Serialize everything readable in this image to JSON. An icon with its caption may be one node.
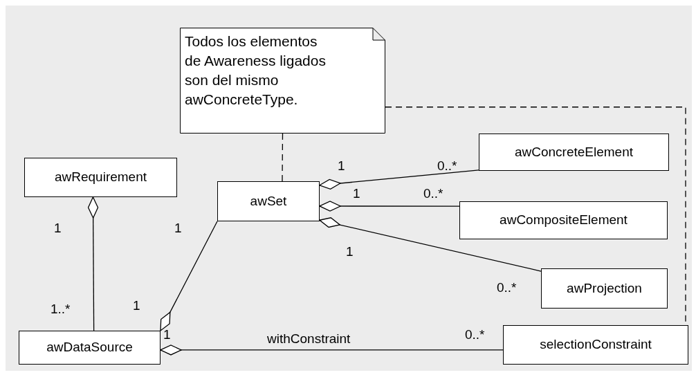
{
  "diagram": {
    "nodes": [
      {
        "text": [
          "Todos los elementos de Awareness ligados son del mismo awConcreteType."
        ]
      },
      {
        "text": [
          "awConcreteElement"
        ]
      },
      {
        "text": [
          "awRequirement"
        ]
      },
      {
        "text": [
          "awSet"
        ]
      },
      {
        "text": [
          "awCompositeElement"
        ]
      },
      {
        "text": [
          "awProjection"
        ]
      },
      {
        "text": [
          "awDataSource"
        ]
      },
      {
        "text": [
          "selectionConstraint"
        ]
      }
    ],
    "edges": [
      {
        "from": 0,
        "to": 3,
        "arrow": "none",
        "style": "dashed"
      },
      {
        "from": 0,
        "to": 7,
        "arrow": "none",
        "style": "dashed"
      },
      {
        "from": 3,
        "to": 1,
        "arrow": "other"
      },
      {
        "from": 3,
        "to": 4,
        "arrow": "other"
      },
      {
        "from": 3,
        "to": 5,
        "arrow": "other"
      },
      {
        "from": 2,
        "to": 6,
        "arrow": "other"
      },
      {
        "from": 6,
        "to": 3,
        "arrow": "other"
      },
      {
        "from": 6,
        "to": 7,
        "arrow": "other",
        "label": "withConstraint"
      }
    ],
    "labels": [
      "1",
      "0..*",
      "1",
      "0..*",
      "1",
      "1",
      "1",
      "0..*",
      "1..*",
      "1",
      "1",
      "0..*"
    ]
  }
}
